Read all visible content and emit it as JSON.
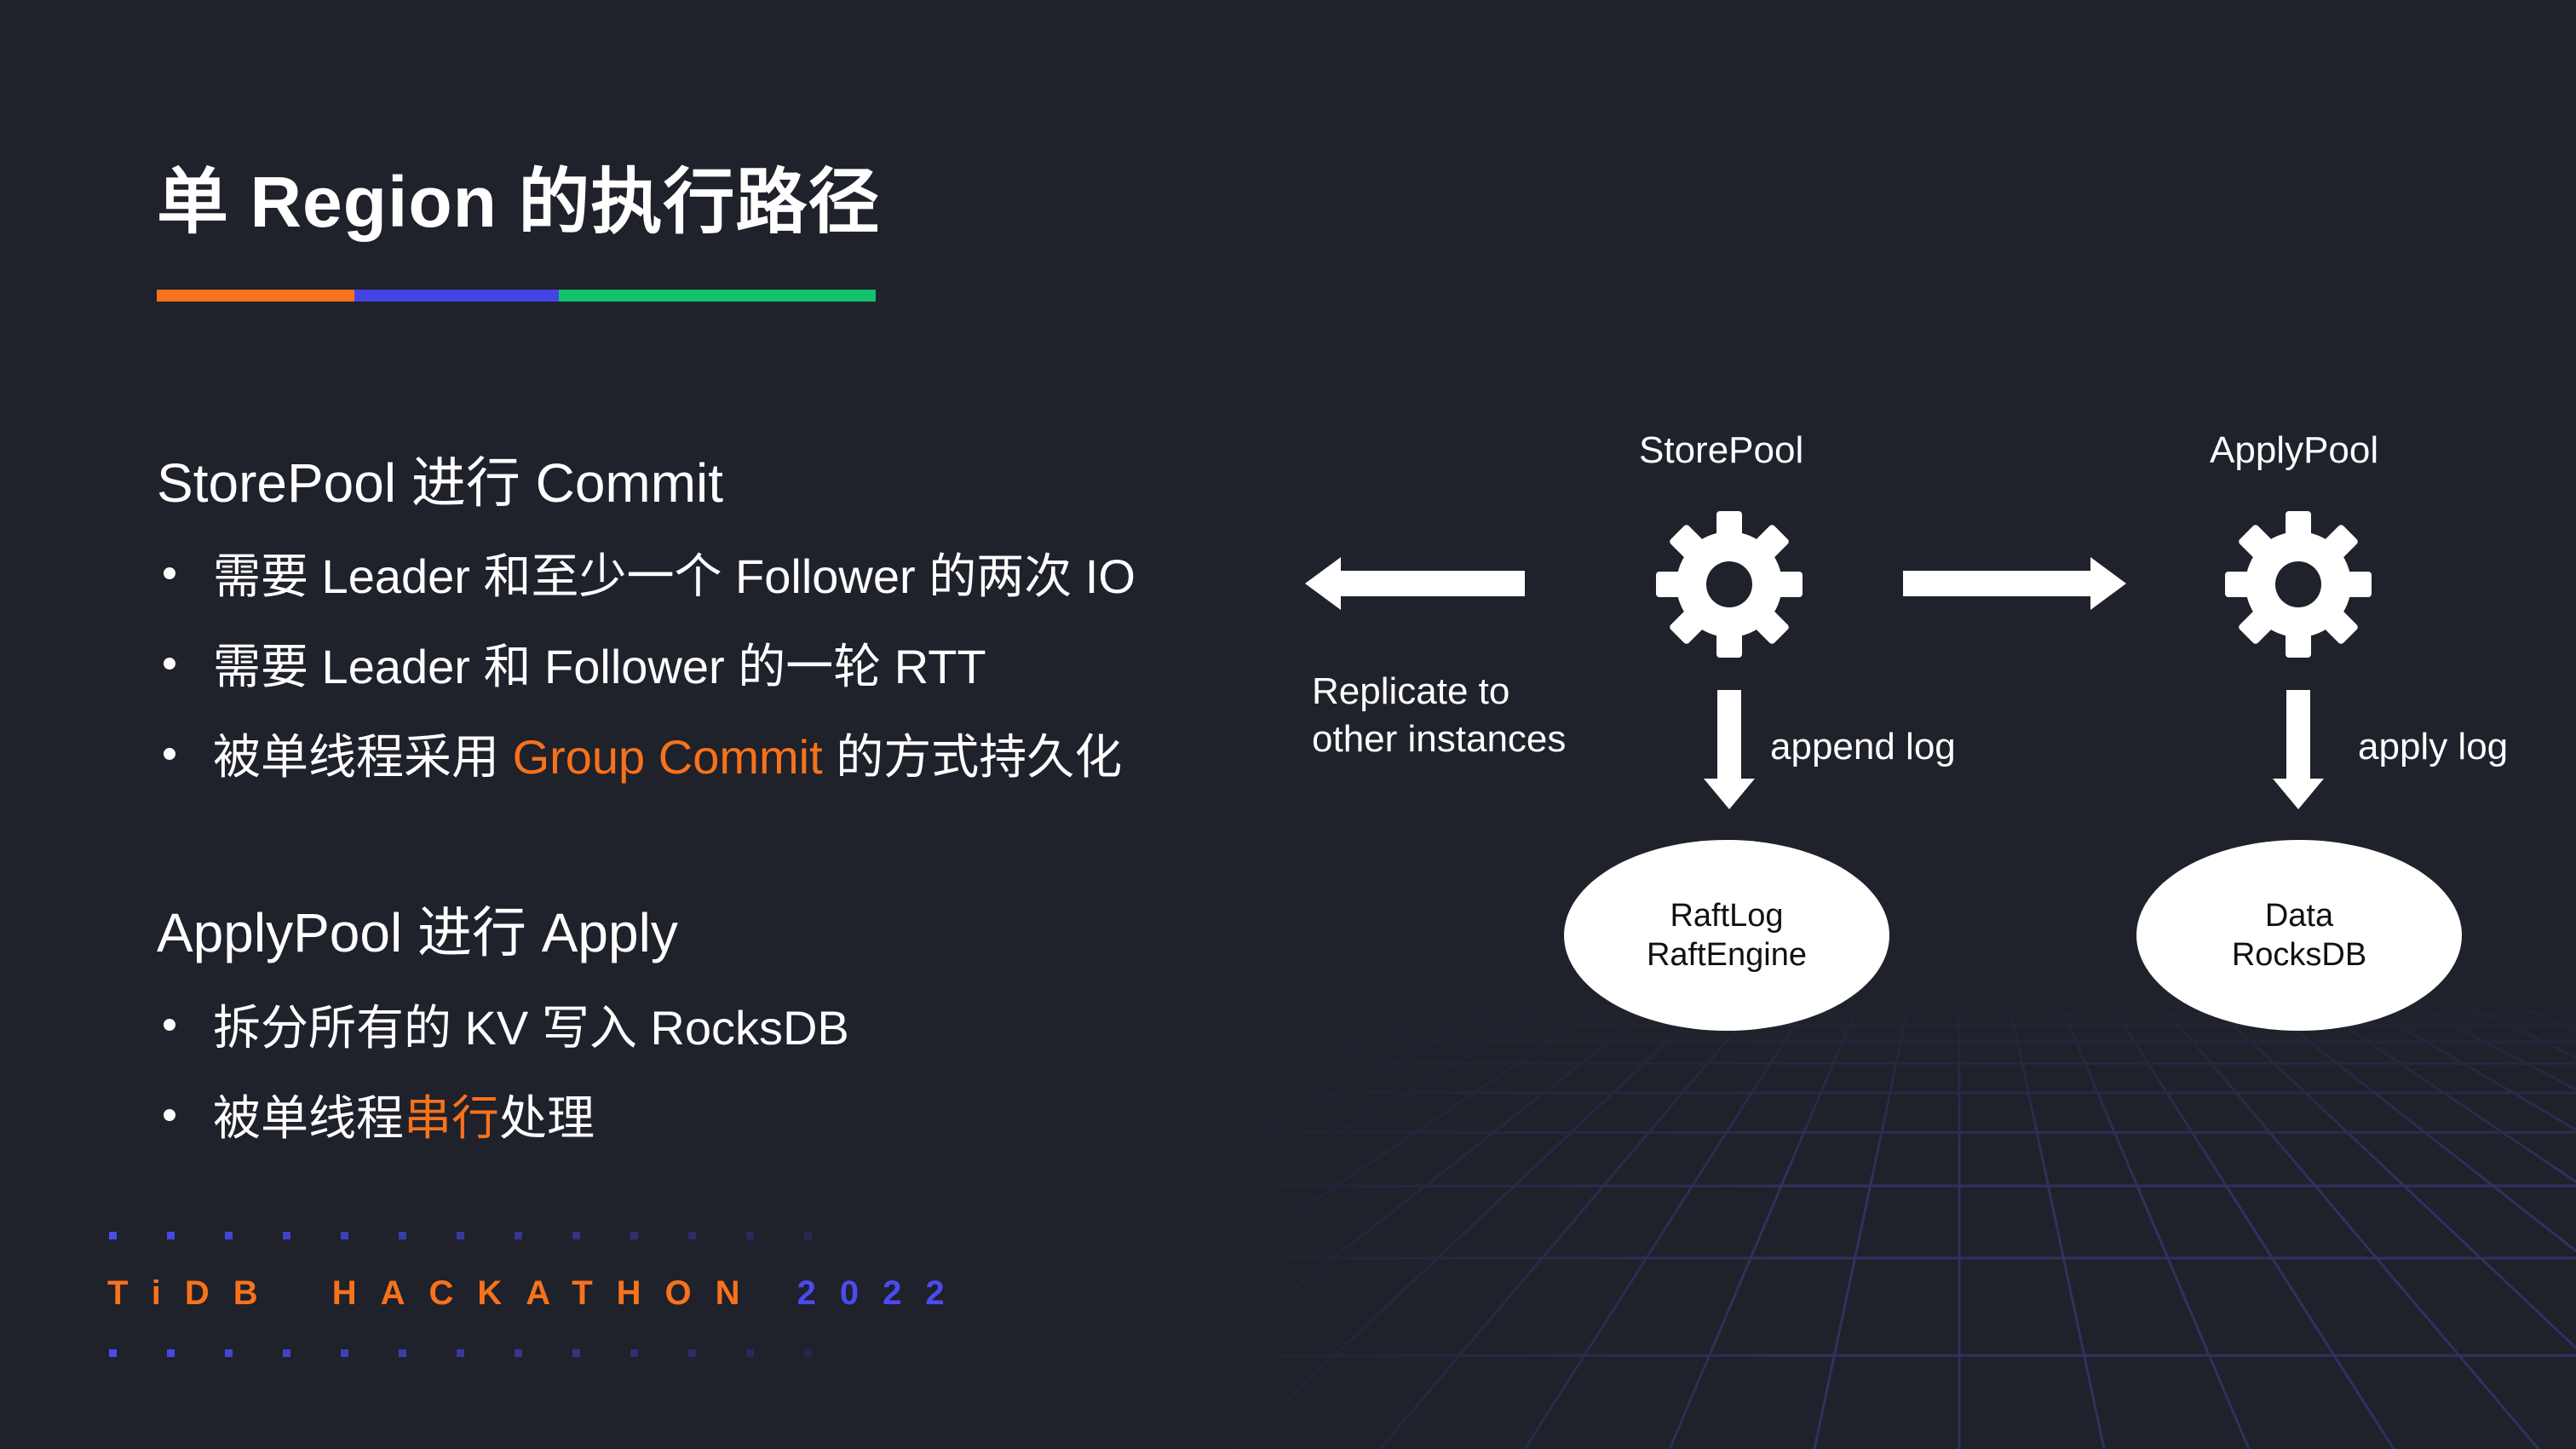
{
  "slide": {
    "title": "单 Region 的执行路径",
    "title_bar_colors": [
      "#f7721b",
      "#4444e6",
      "#13c36c"
    ],
    "sections": [
      {
        "heading": "StorePool 进行 Commit",
        "bullets": [
          {
            "pre": "需要 Leader 和至少一个 Follower 的两次 IO",
            "highlight": "",
            "post": ""
          },
          {
            "pre": "需要 Leader 和 Follower 的一轮 RTT",
            "highlight": "",
            "post": ""
          },
          {
            "pre": "被单线程采用 ",
            "highlight": "Group Commit",
            "post": " 的方式持久化"
          }
        ]
      },
      {
        "heading": "ApplyPool 进行 Apply",
        "bullets": [
          {
            "pre": "拆分所有的 KV 写入 RocksDB",
            "highlight": "",
            "post": ""
          },
          {
            "pre": "被单线程",
            "highlight": "串行",
            "post": "处理"
          }
        ]
      }
    ],
    "highlight_color": "#f7721b"
  },
  "diagram": {
    "storepool_label": "StorePool",
    "applypool_label": "ApplyPool",
    "replicate_line1": "Replicate to",
    "replicate_line2": "other instances",
    "append_label": "append log",
    "apply_label": "apply log",
    "raft_line1": "RaftLog",
    "raft_line2": "RaftEngine",
    "data_line1": "Data",
    "data_line2": "RocksDB",
    "icons": [
      "gear-icon",
      "arrow-left-icon",
      "arrow-right-icon",
      "arrow-down-icon"
    ]
  },
  "logo": {
    "part1": "TiDB",
    "part2": "HACKATHON",
    "part3": "2022",
    "orange": "#f7721b",
    "blue": "#4b4bf0"
  }
}
